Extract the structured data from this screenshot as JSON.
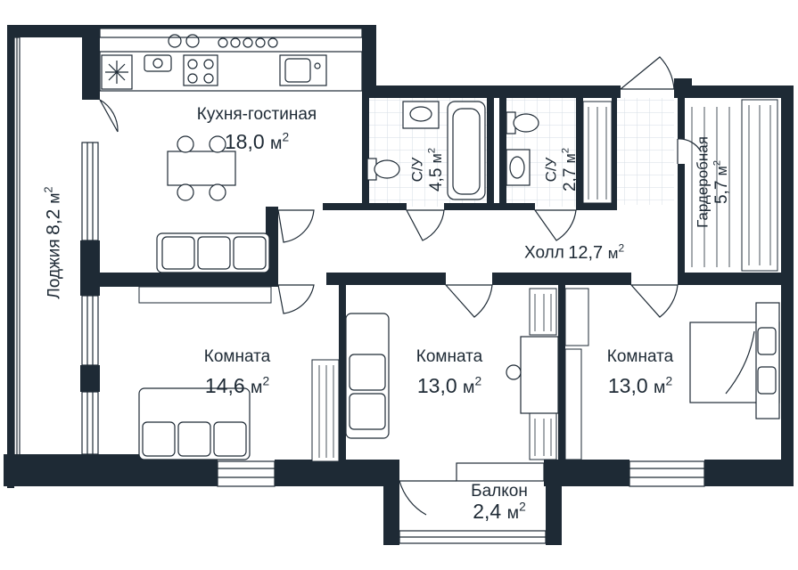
{
  "rooms": [
    {
      "id": "kitchen",
      "name": "Кухня-гостиная",
      "area": "18,0",
      "unit": "м",
      "sup": "2"
    },
    {
      "id": "loggia",
      "name": "Лоджия",
      "area": "8,2",
      "unit": "м",
      "sup": "2"
    },
    {
      "id": "bath1",
      "name": "С/У",
      "area": "4,5",
      "unit": "м",
      "sup": "2"
    },
    {
      "id": "bath2",
      "name": "С/У",
      "area": "2,7",
      "unit": "м",
      "sup": "2"
    },
    {
      "id": "wardrobe",
      "name": "Гардеробная",
      "area": "5,7",
      "unit": "м",
      "sup": "2"
    },
    {
      "id": "hall",
      "name": "Холл",
      "area": "12,7",
      "unit": "м",
      "sup": "2"
    },
    {
      "id": "room1",
      "name": "Комната",
      "area": "14,6",
      "unit": "м",
      "sup": "2"
    },
    {
      "id": "room2",
      "name": "Комната",
      "area": "13,0",
      "unit": "м",
      "sup": "2"
    },
    {
      "id": "room3",
      "name": "Комната",
      "area": "13,0",
      "unit": "м",
      "sup": "2"
    },
    {
      "id": "balcony",
      "name": "Балкон",
      "area": "2,4",
      "unit": "м",
      "sup": "2"
    }
  ],
  "colors": {
    "wall": "#1e2a35",
    "line": "#1e2a35",
    "tile": "#c9d3dc",
    "bg": "#ffffff"
  },
  "icons": [
    "stove-icon",
    "sink-icon",
    "fridge-icon",
    "toilet-icon",
    "bathtub-icon",
    "bed-icon",
    "sofa-icon",
    "table-icon",
    "door-icon",
    "window-icon"
  ]
}
